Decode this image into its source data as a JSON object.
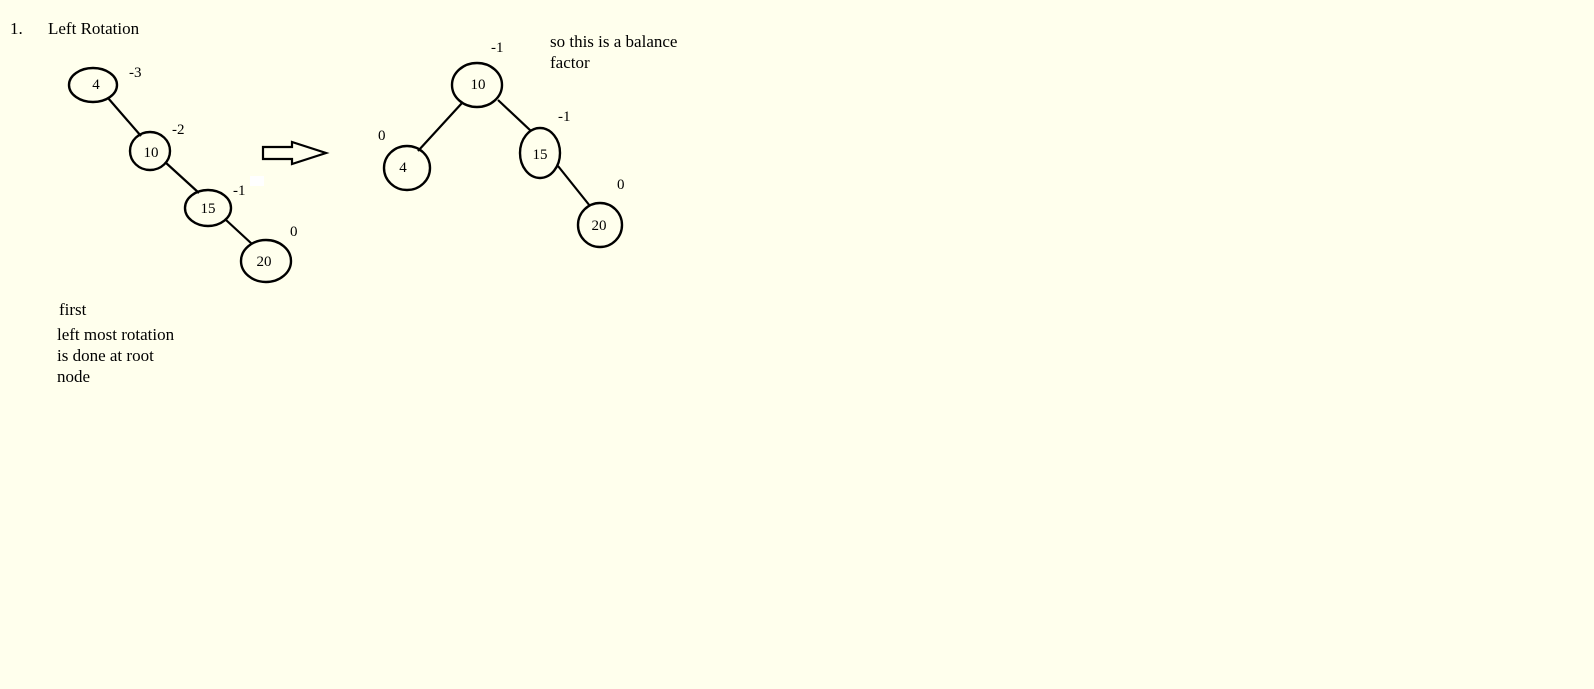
{
  "heading": {
    "number": "1.",
    "title": "Left Rotation"
  },
  "before_tree": {
    "nodes": [
      {
        "value": "4",
        "balance": "-3"
      },
      {
        "value": "10",
        "balance": "-2"
      },
      {
        "value": "15",
        "balance": "-1"
      },
      {
        "value": "20",
        "balance": "0"
      }
    ]
  },
  "after_tree": {
    "nodes": [
      {
        "value": "10",
        "balance": "-1"
      },
      {
        "value": "4",
        "balance": "0"
      },
      {
        "value": "15",
        "balance": "-1"
      },
      {
        "value": "20",
        "balance": "0"
      }
    ]
  },
  "annotation": {
    "line1": "so this is a balance",
    "line2": "factor"
  },
  "notes": {
    "first": "first",
    "line1": "left most rotation",
    "line2": "is done at root",
    "line3": "node"
  },
  "colors": {
    "background": "#FFFFED",
    "ink": "#000000"
  }
}
